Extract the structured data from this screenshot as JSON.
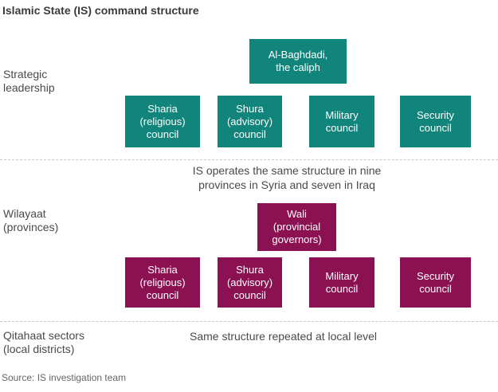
{
  "title": "Islamic State (IS) command structure",
  "colors": {
    "teal": "#11857b",
    "magenta": "#8b1152",
    "text_dark": "#3a3a3a",
    "text_body": "#4a4a4a",
    "divider": "#c9c9c9"
  },
  "strategic": {
    "label": "Strategic\nleadership",
    "top_box": "Al-Baghdadi,\nthe caliph",
    "boxes": [
      "Sharia\n(religious)\ncouncil",
      "Shura\n(advisory)\ncouncil",
      "Military\ncouncil",
      "Security\ncouncil"
    ]
  },
  "wilayaat": {
    "note": "IS operates the same structure in nine\nprovinces in Syria and seven in Iraq",
    "label": "Wilayaat\n(provinces)",
    "top_box": "Wali\n(provincial\ngovernors)",
    "boxes": [
      "Sharia\n(religious)\ncouncil",
      "Shura\n(advisory)\ncouncil",
      "Military\ncouncil",
      "Security\ncouncil"
    ]
  },
  "qitahaat": {
    "label": "Qitahaat sectors\n(local districts)",
    "note": "Same structure repeated at local level"
  },
  "source": "Source: IS investigation team"
}
